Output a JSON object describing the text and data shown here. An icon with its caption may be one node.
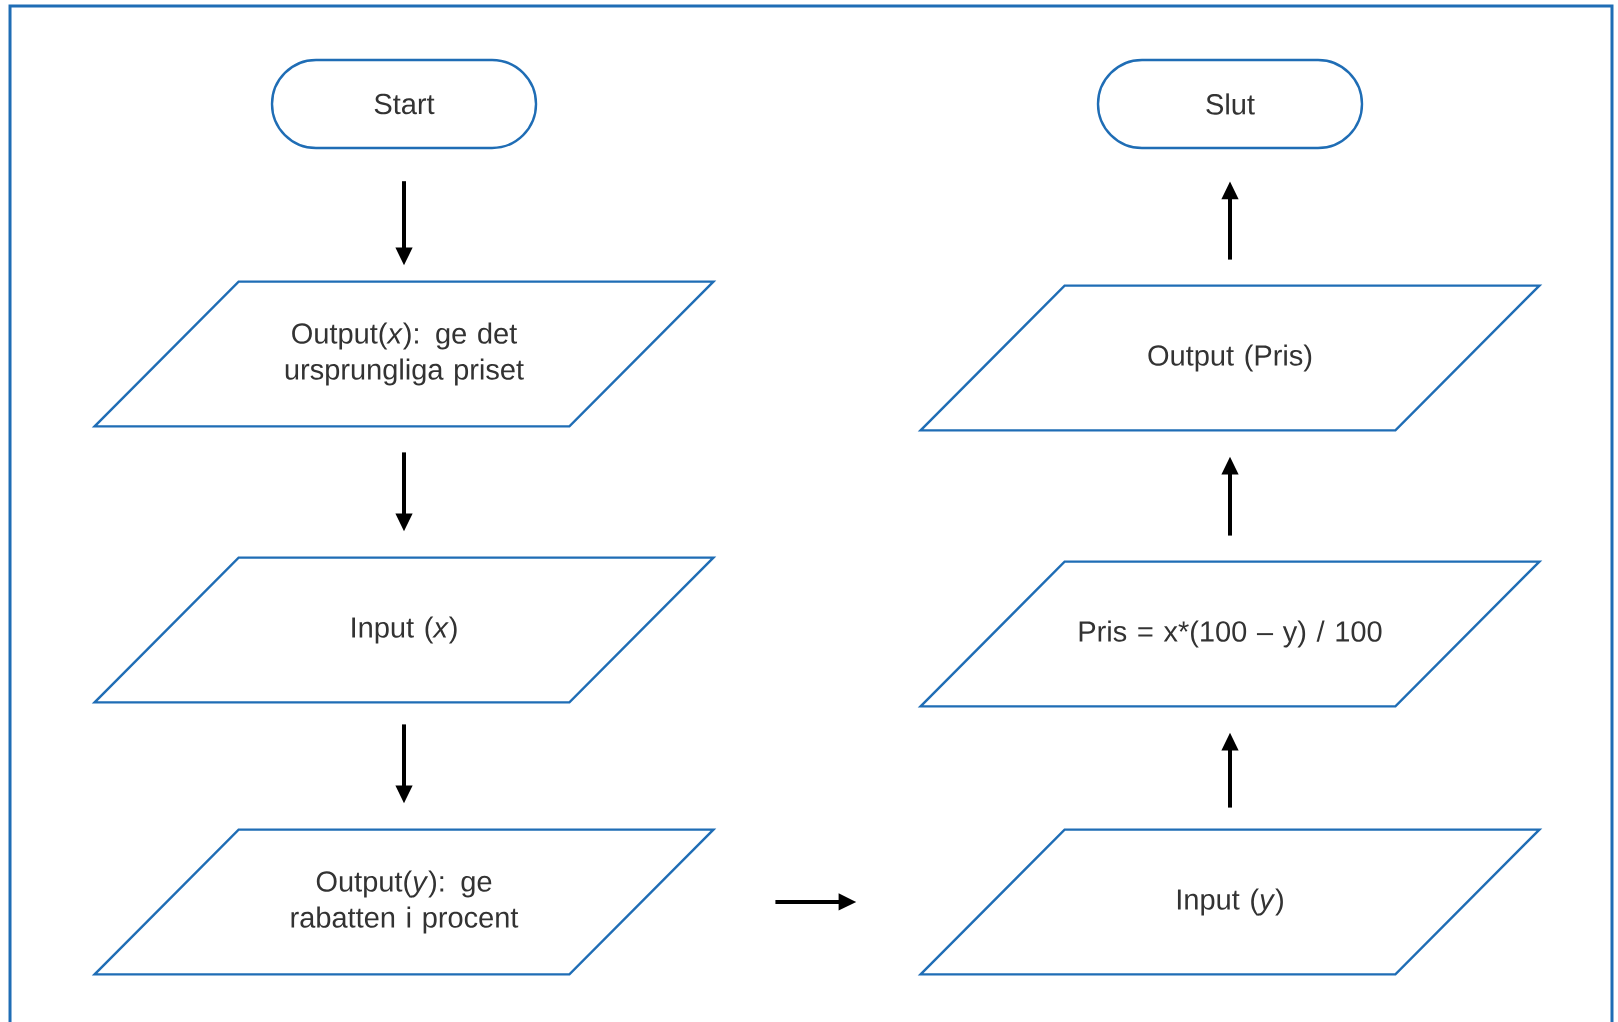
{
  "diagram": {
    "nodes": [
      {
        "text": [
          "Start"
        ]
      },
      {
        "text": [
          "Output(*x*): ge det ursprungliga priset"
        ]
      },
      {
        "text": [
          "Input (*x*)"
        ]
      },
      {
        "text": [
          "Output(*y*): ge rabatten i procent"
        ]
      },
      {
        "text": [
          "Input (*y*)"
        ]
      },
      {
        "text": [
          "Pris = x*(100 – y) / 100"
        ]
      },
      {
        "text": [
          "Output (Pris)"
        ]
      },
      {
        "text": [
          "Slut"
        ]
      }
    ],
    "edges": [
      {
        "from": 0,
        "to": 1,
        "arrow": "to"
      },
      {
        "from": 1,
        "to": 2,
        "arrow": "to"
      },
      {
        "from": 2,
        "to": 3,
        "arrow": "to"
      },
      {
        "from": 3,
        "to": 4,
        "arrow": "to"
      },
      {
        "from": 4,
        "to": 5,
        "arrow": "to"
      },
      {
        "from": 5,
        "to": 6,
        "arrow": "to"
      },
      {
        "from": 6,
        "to": 7,
        "arrow": "to"
      }
    ]
  }
}
